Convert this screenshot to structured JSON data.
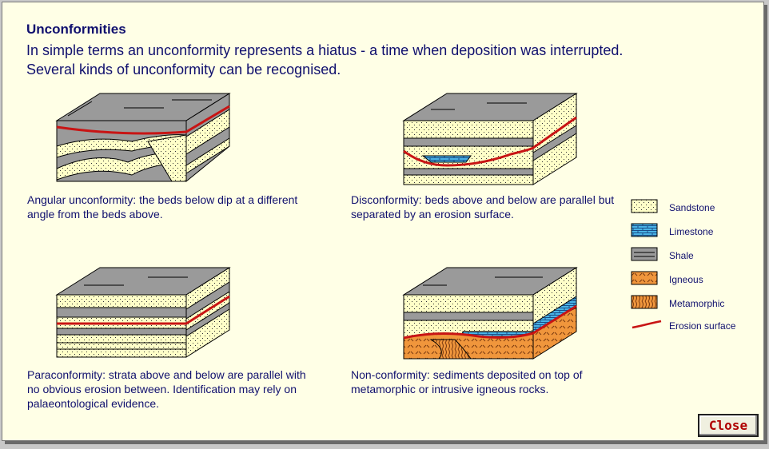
{
  "window": {
    "title": "Unconformities",
    "intro_line1": "In simple terms an unconformity represents a hiatus - a time when deposition was interrupted.",
    "intro_line2": "Several kinds of unconformity can be recognised."
  },
  "diagrams": [
    {
      "icon": "angular-unconformity-block",
      "caption": "Angular unconformity: the beds below dip at a different angle from the beds above."
    },
    {
      "icon": "disconformity-block",
      "caption": "Disconformity: beds above and below are parallel but separated by an erosion surface."
    },
    {
      "icon": "paraconformity-block",
      "caption": "Paraconformity: strata above and below are parallel with no obvious erosion between. Identification may rely on palaeontological evidence."
    },
    {
      "icon": "nonconformity-block",
      "caption": "Non-conformity: sediments deposited on top of metamorphic or intrusive igneous rocks."
    }
  ],
  "legend": [
    {
      "label": "Sandstone",
      "color": "#ffffc8"
    },
    {
      "label": "Limestone",
      "color": "#4ab4e6"
    },
    {
      "label": "Shale",
      "color": "#a0a0a0"
    },
    {
      "label": "Igneous",
      "color": "#f0963c"
    },
    {
      "label": "Metamorphic",
      "color": "#f0963c"
    },
    {
      "label": "Erosion surface",
      "color": "#c81414"
    }
  ],
  "buttons": {
    "close": "Close"
  },
  "colors": {
    "text": "#10106e",
    "background": "#ffffe6",
    "erosion": "#c81414",
    "close_text": "#b00000"
  }
}
